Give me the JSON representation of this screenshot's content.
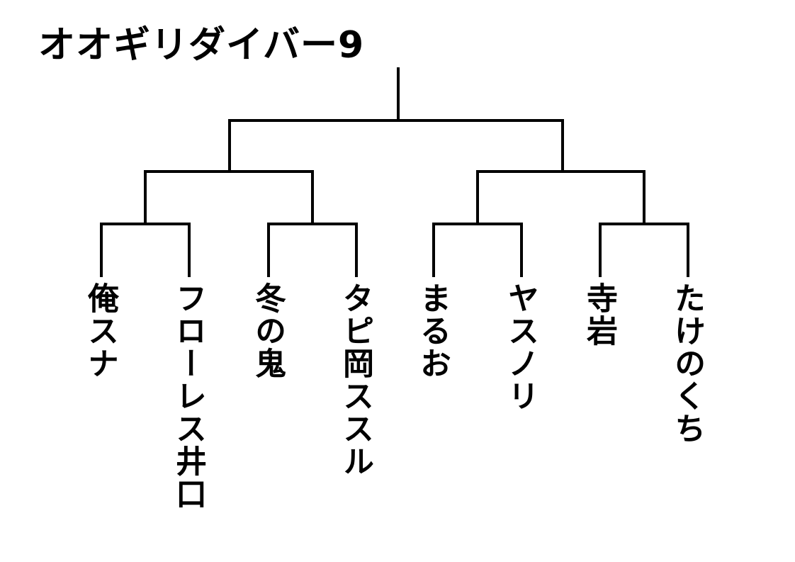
{
  "title": "オオギリダイバー9",
  "bracket": {
    "type": "single-elimination-tournament",
    "rounds": 3,
    "participants": [
      "俺スナ",
      "フローレス井口",
      "冬の鬼",
      "タピ岡ススル",
      "まるお",
      "ヤスノリ",
      "寺岩",
      "たけのくち"
    ],
    "matchups_round1": [
      [
        "俺スナ",
        "フローレス井口"
      ],
      [
        "冬の鬼",
        "タピ岡ススル"
      ],
      [
        "まるお",
        "ヤスノリ"
      ],
      [
        "寺岩",
        "たけのくち"
      ]
    ]
  },
  "colors": {
    "background": "#ffffff",
    "line": "#000000",
    "text": "#000000"
  }
}
